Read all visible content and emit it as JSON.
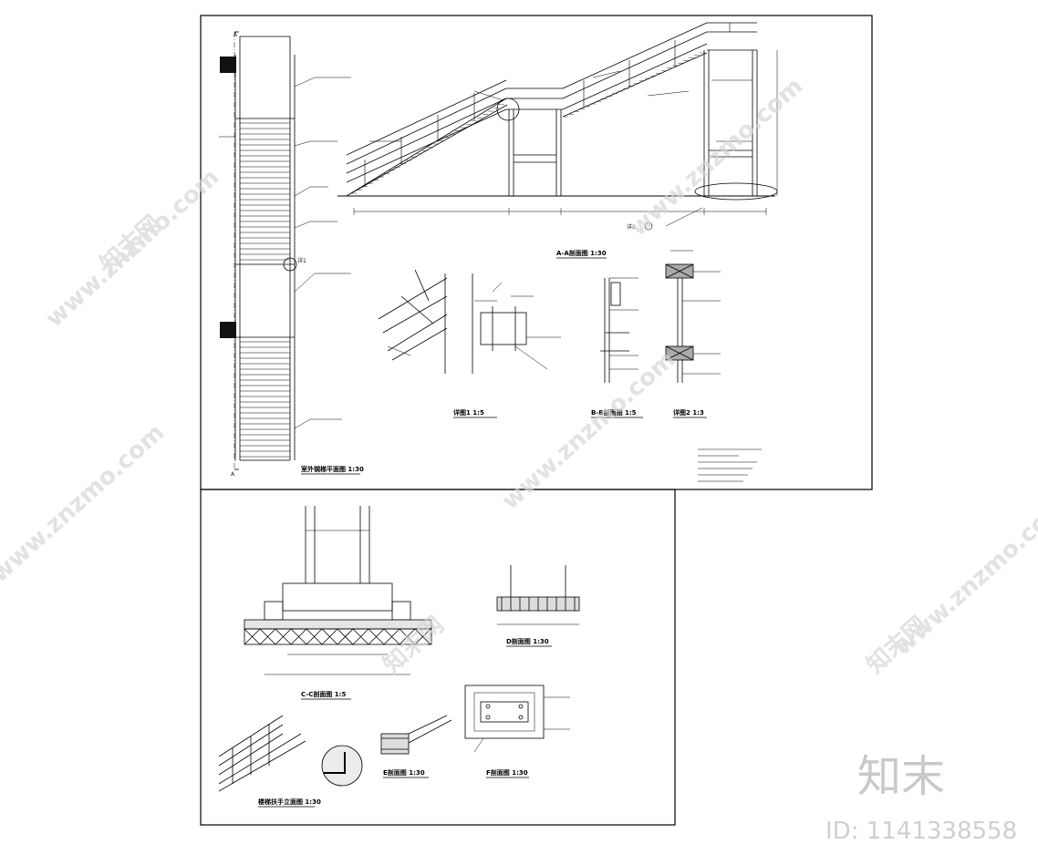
{
  "titles": {
    "plan": "室外钢梯平面图 1:30",
    "aa": "A-A剖面图 1:30",
    "d1": "详图1 1:5",
    "bb": "B-B剖面图 1:5",
    "d2": "详图2 1:3",
    "cc": "C-C剖面图 1:5",
    "dd": "D剖面图 1:30",
    "ee": "E剖面图 1:30",
    "ff": "F剖面图 1:30",
    "railing": "楼梯扶手立面图 1:30"
  },
  "section_marks": {
    "a_top": "A",
    "a_bottom": "A"
  },
  "callouts": {
    "detail1": "详1",
    "detail2": "详2"
  },
  "watermark": {
    "url": "www.znzmo.com",
    "cn": "知末网"
  },
  "brand": {
    "logo": "知末",
    "id_text": "ID: 1141338558"
  }
}
